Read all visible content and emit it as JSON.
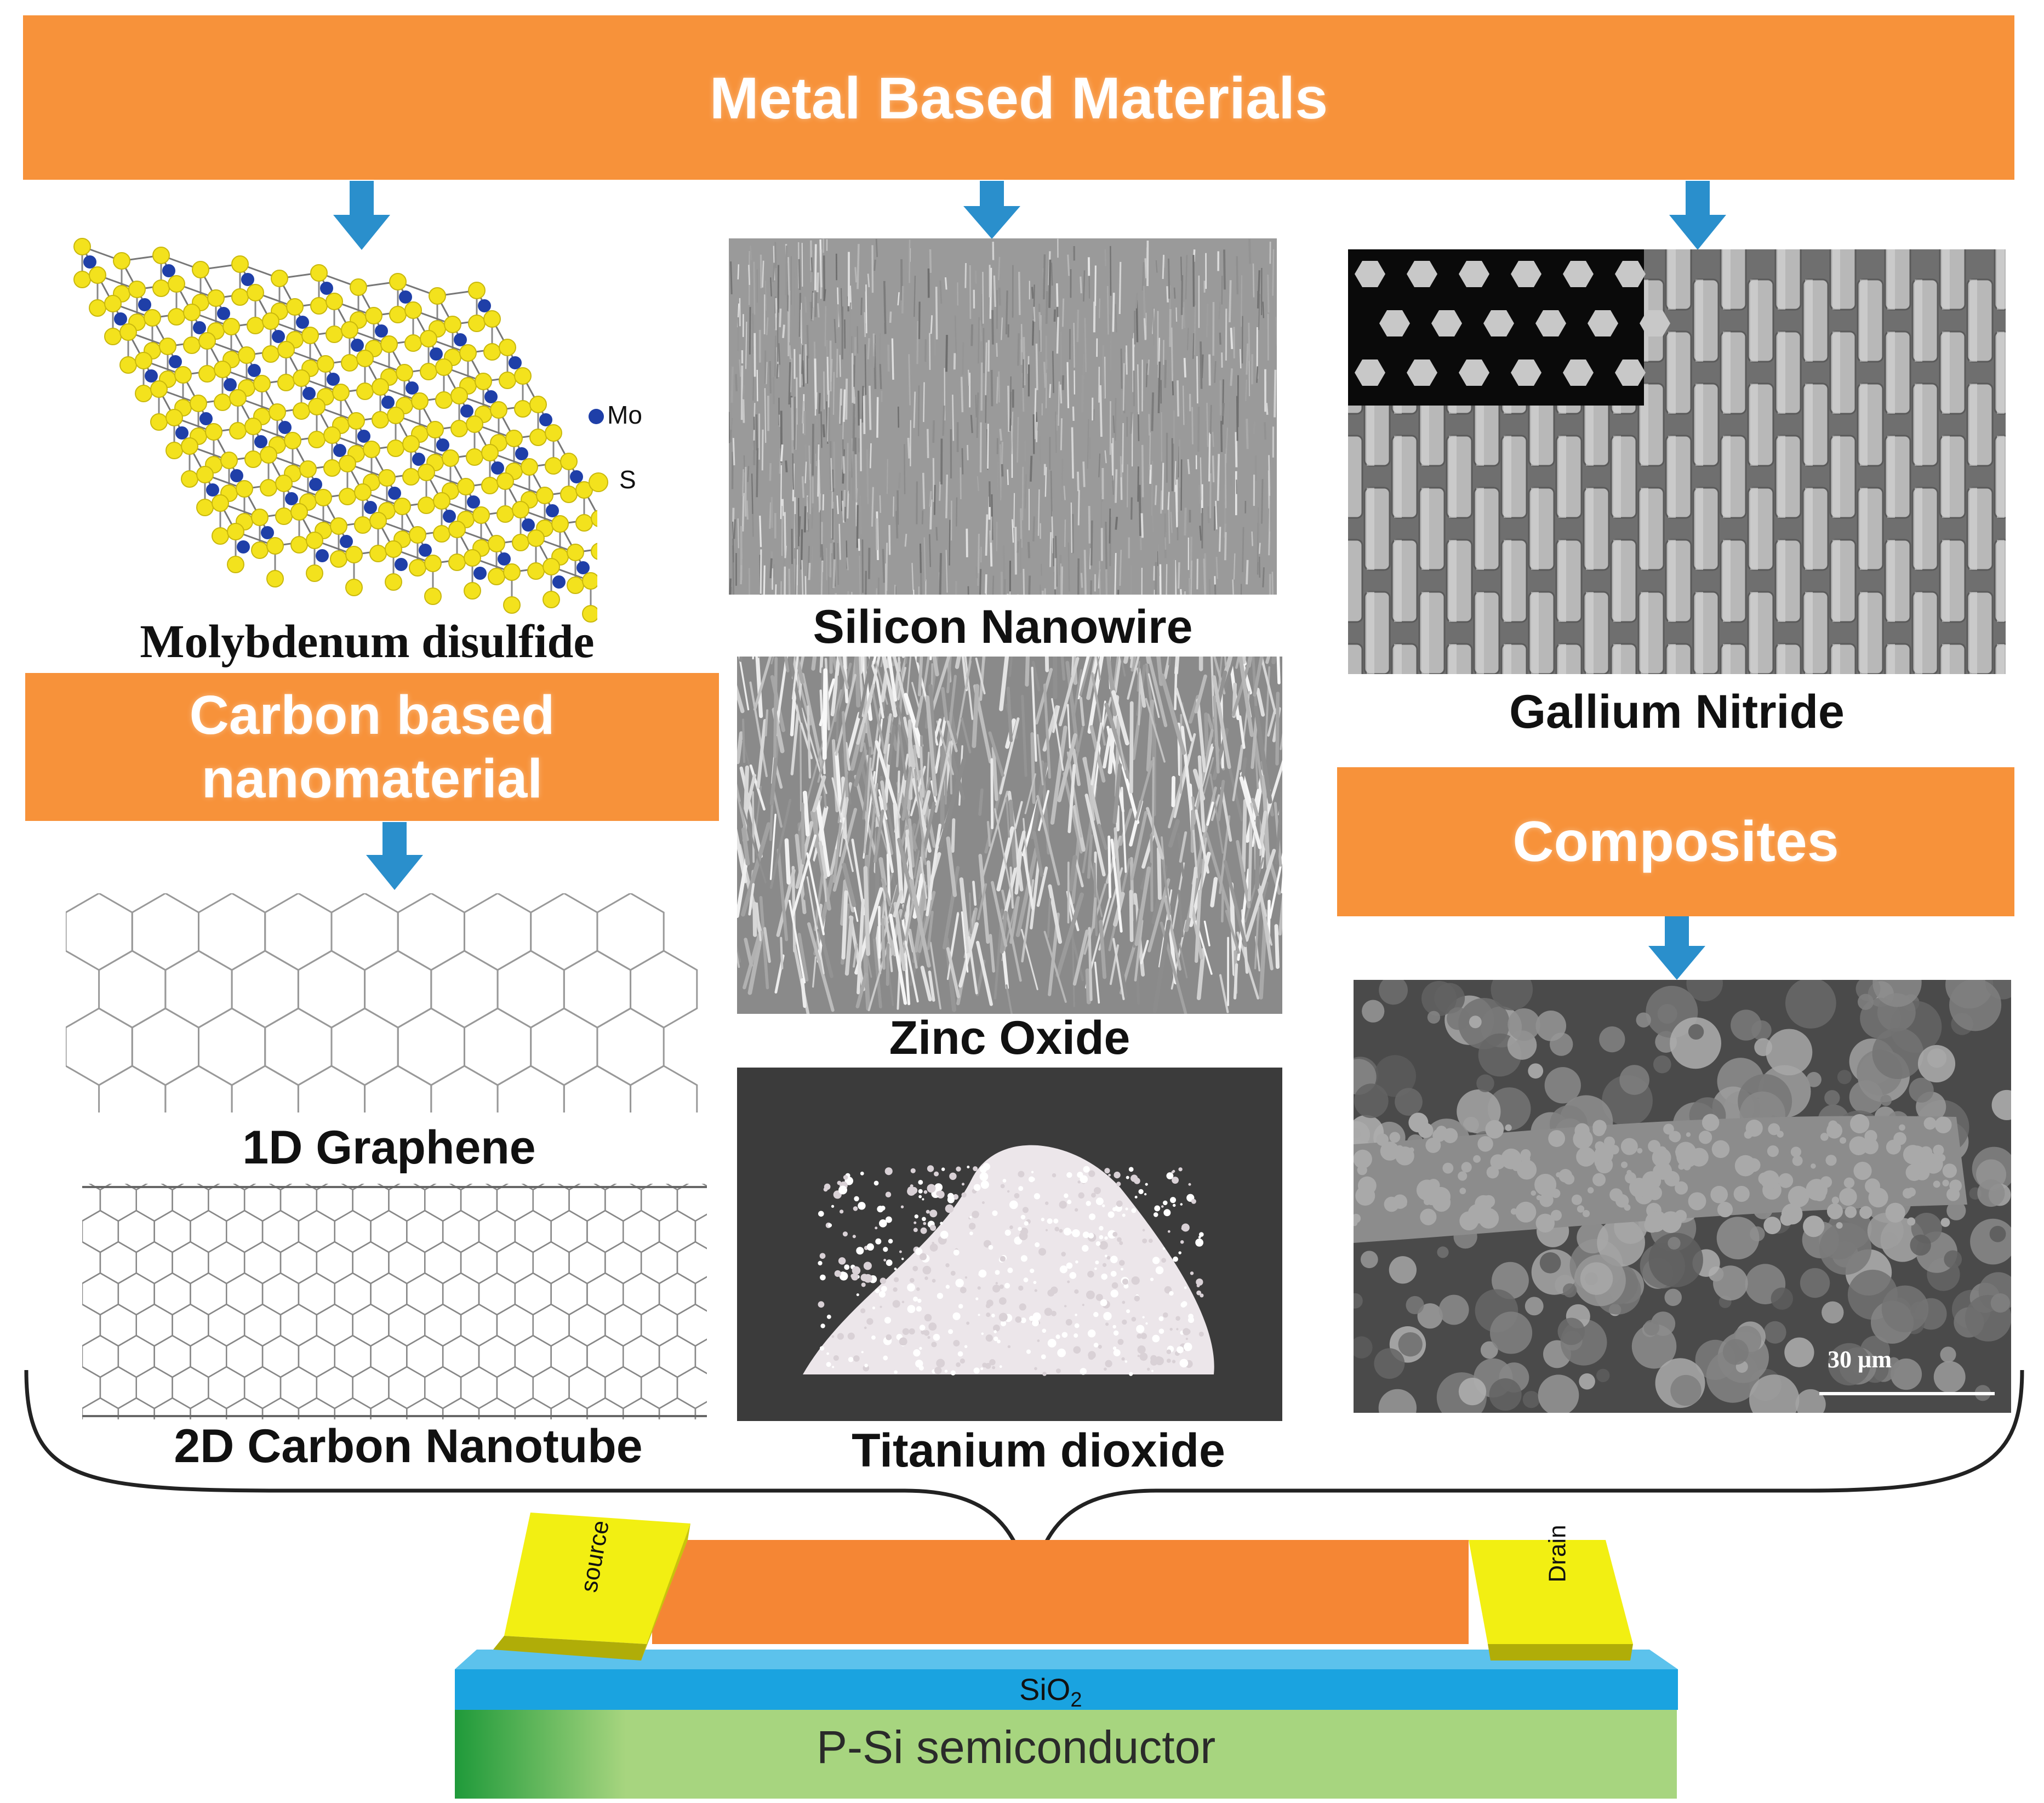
{
  "headers": {
    "metal": "Metal Based Materials",
    "carbon_line1": "Carbon based",
    "carbon_line2": "nanomaterial",
    "composites": "Composites"
  },
  "materials": {
    "mos2": "Molybdenum disulfide",
    "silicon": "Silicon Nanowire",
    "gallium": "Gallium Nitride",
    "zinc": "Zinc Oxide",
    "graphene": "1D Graphene",
    "titanium": "Titanium dioxide",
    "cnt": "2D Carbon Nanotube"
  },
  "mos2_legend": {
    "mo": "Mo",
    "s": "S"
  },
  "scale_bar": "30 µm",
  "device": {
    "source": "source",
    "drain": "Drain",
    "oxide": "SiO",
    "oxide_sub": "2",
    "substrate": "P-Si semiconductor"
  },
  "colors": {
    "banner": "#f7923a",
    "arrow": "#2a8fcc",
    "channel": "#f58634",
    "contact": "#f2ef12",
    "oxide": "#1aa3e0",
    "substrate": "#a7d57f",
    "mo_atom": "#1f3fa8",
    "s_atom": "#f3e21d"
  },
  "icons": [
    "down-arrow-icon"
  ]
}
